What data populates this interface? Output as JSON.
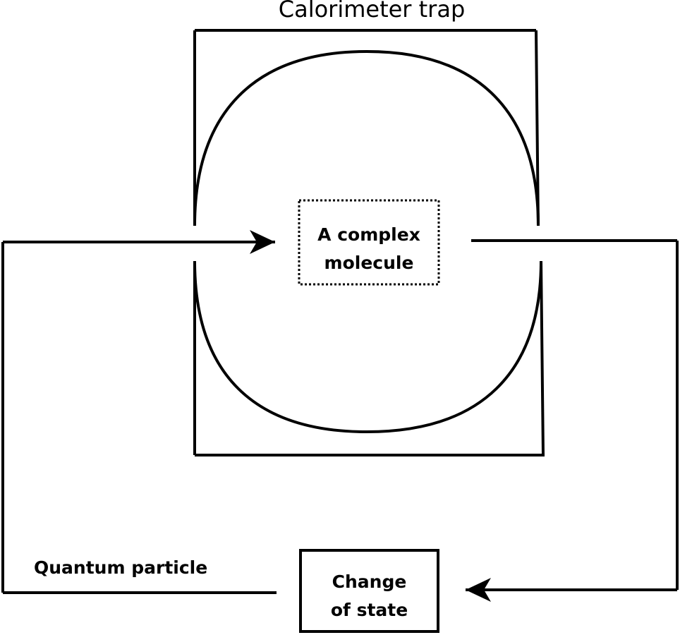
{
  "title": "Calorimeter trap",
  "molecule": {
    "line1": "A complex",
    "line2": "molecule"
  },
  "state": {
    "line1": "Change",
    "line2": "of state"
  },
  "particle_label": "Quantum particle",
  "colors": {
    "stroke": "#000000",
    "background": "#ffffff"
  }
}
